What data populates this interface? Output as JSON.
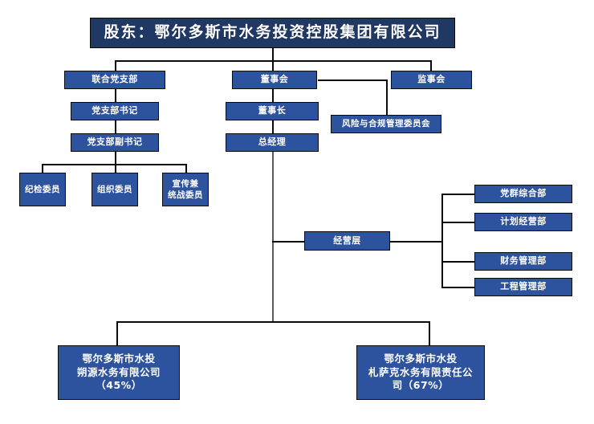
{
  "chart_data": {
    "type": "diagram",
    "title": "股东：鄂尔多斯市水务投资控股集团有限公司",
    "colors": {
      "title_fill": "#1F3864",
      "node_fill": "#2E539E",
      "node_border": "#0A0A0A",
      "node_text": "#FFFFFF",
      "connector": "#0A0A0A",
      "background": "#FFFFFF"
    },
    "nodes": [
      {
        "id": "shareholder",
        "label": "股东：鄂尔多斯市水务投资控股集团有限公司",
        "level": 0
      },
      {
        "id": "joint-party-branch",
        "label": "联合党支部",
        "level": 1
      },
      {
        "id": "board-of-directors",
        "label": "董事会",
        "level": 1
      },
      {
        "id": "board-of-supervisors",
        "label": "监事会",
        "level": 1
      },
      {
        "id": "party-branch-secretary",
        "label": "党支部书记",
        "level": 2
      },
      {
        "id": "chairman",
        "label": "董事长",
        "level": 2
      },
      {
        "id": "risk-compliance-committee",
        "label": "风险与合规管理委员会",
        "level": 2
      },
      {
        "id": "deputy-party-branch-secretary",
        "label": "党支部副书记",
        "level": 3
      },
      {
        "id": "general-manager",
        "label": "总经理",
        "level": 3
      },
      {
        "id": "discipline-inspection-member",
        "label": "纪检委员",
        "level": 4
      },
      {
        "id": "organization-member",
        "label": "组织委员",
        "level": 4
      },
      {
        "id": "propaganda-united-front-member",
        "label": "宣传兼统战委员",
        "label_lines": [
          "宣传兼",
          "统战委员"
        ],
        "level": 4
      },
      {
        "id": "management-level",
        "label": "经营层",
        "level": 4
      },
      {
        "id": "party-mass-general-dept",
        "label": "党群综合部",
        "level": 5
      },
      {
        "id": "planning-operations-dept",
        "label": "计划经营部",
        "level": 5
      },
      {
        "id": "finance-management-dept",
        "label": "财务管理部",
        "level": 5
      },
      {
        "id": "engineering-management-dept",
        "label": "工程管理部",
        "level": 5
      },
      {
        "id": "subsidiary-shuoyuan",
        "label": "鄂尔多斯市水投朔源水务有限公司（45%）",
        "label_lines": [
          "鄂尔多斯市水投",
          "朔源水务有限公司",
          "（45%）"
        ],
        "ownership": "45%",
        "level": 6
      },
      {
        "id": "subsidiary-zhasake",
        "label": "鄂尔多斯市水投札萨克水务有限责任公司（67%）",
        "label_lines": [
          "鄂尔多斯市水投",
          "札萨克水务有限责任公",
          "司（67%）"
        ],
        "ownership": "67%",
        "level": 6
      }
    ],
    "edges": [
      {
        "from": "shareholder",
        "to": "joint-party-branch"
      },
      {
        "from": "shareholder",
        "to": "board-of-directors"
      },
      {
        "from": "shareholder",
        "to": "board-of-supervisors"
      },
      {
        "from": "joint-party-branch",
        "to": "party-branch-secretary"
      },
      {
        "from": "party-branch-secretary",
        "to": "deputy-party-branch-secretary"
      },
      {
        "from": "deputy-party-branch-secretary",
        "to": "discipline-inspection-member"
      },
      {
        "from": "deputy-party-branch-secretary",
        "to": "organization-member"
      },
      {
        "from": "deputy-party-branch-secretary",
        "to": "propaganda-united-front-member"
      },
      {
        "from": "board-of-directors",
        "to": "chairman"
      },
      {
        "from": "board-of-directors",
        "to": "risk-compliance-committee"
      },
      {
        "from": "chairman",
        "to": "general-manager"
      },
      {
        "from": "general-manager",
        "to": "management-level"
      },
      {
        "from": "management-level",
        "to": "party-mass-general-dept"
      },
      {
        "from": "management-level",
        "to": "planning-operations-dept"
      },
      {
        "from": "management-level",
        "to": "finance-management-dept"
      },
      {
        "from": "management-level",
        "to": "engineering-management-dept"
      },
      {
        "from": "general-manager",
        "to": "subsidiary-shuoyuan"
      },
      {
        "from": "general-manager",
        "to": "subsidiary-zhasake"
      }
    ]
  },
  "labels": {
    "shareholder": "股东：鄂尔多斯市水务投资控股集团有限公司",
    "joint_party_branch": "联合党支部",
    "board_of_directors": "董事会",
    "board_of_supervisors": "监事会",
    "party_branch_secretary": "党支部书记",
    "chairman": "董事长",
    "risk_compliance_committee": "风险与合规管理委员会",
    "deputy_party_branch_secretary": "党支部副书记",
    "general_manager": "总经理",
    "discipline_inspection_member": "纪检委员",
    "organization_member": "组织委员",
    "propaganda_line1": "宣传兼",
    "propaganda_line2": "统战委员",
    "management_level": "经营层",
    "party_mass_general_dept": "党群综合部",
    "planning_operations_dept": "计划经营部",
    "finance_management_dept": "财务管理部",
    "engineering_management_dept": "工程管理部",
    "sub1_line1": "鄂尔多斯市水投",
    "sub1_line2": "朔源水务有限公司",
    "sub1_line3": "（45%）",
    "sub2_line1": "鄂尔多斯市水投",
    "sub2_line2": "札萨克水务有限责任公",
    "sub2_line3": "司（67%）"
  }
}
